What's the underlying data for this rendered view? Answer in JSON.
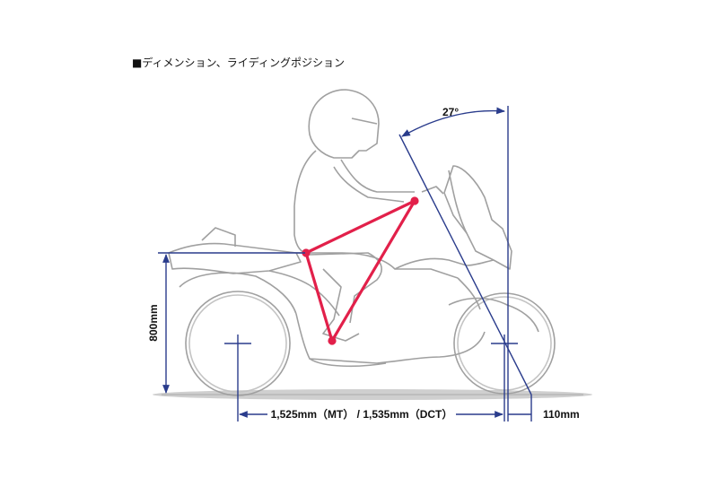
{
  "title": "■ディメンション、ライディングポジション",
  "dimensions": {
    "seat_height": "800mm",
    "wheelbase": "1,525mm（MT） / 1,535mm（DCT）",
    "trail": "110mm",
    "caster_angle": "27°"
  },
  "colors": {
    "dimension_lines": "#2a3c8c",
    "riding_triangle": "#e2204a",
    "outline": "#9a9a9a",
    "ground_shadow": "#c8c8c8"
  }
}
